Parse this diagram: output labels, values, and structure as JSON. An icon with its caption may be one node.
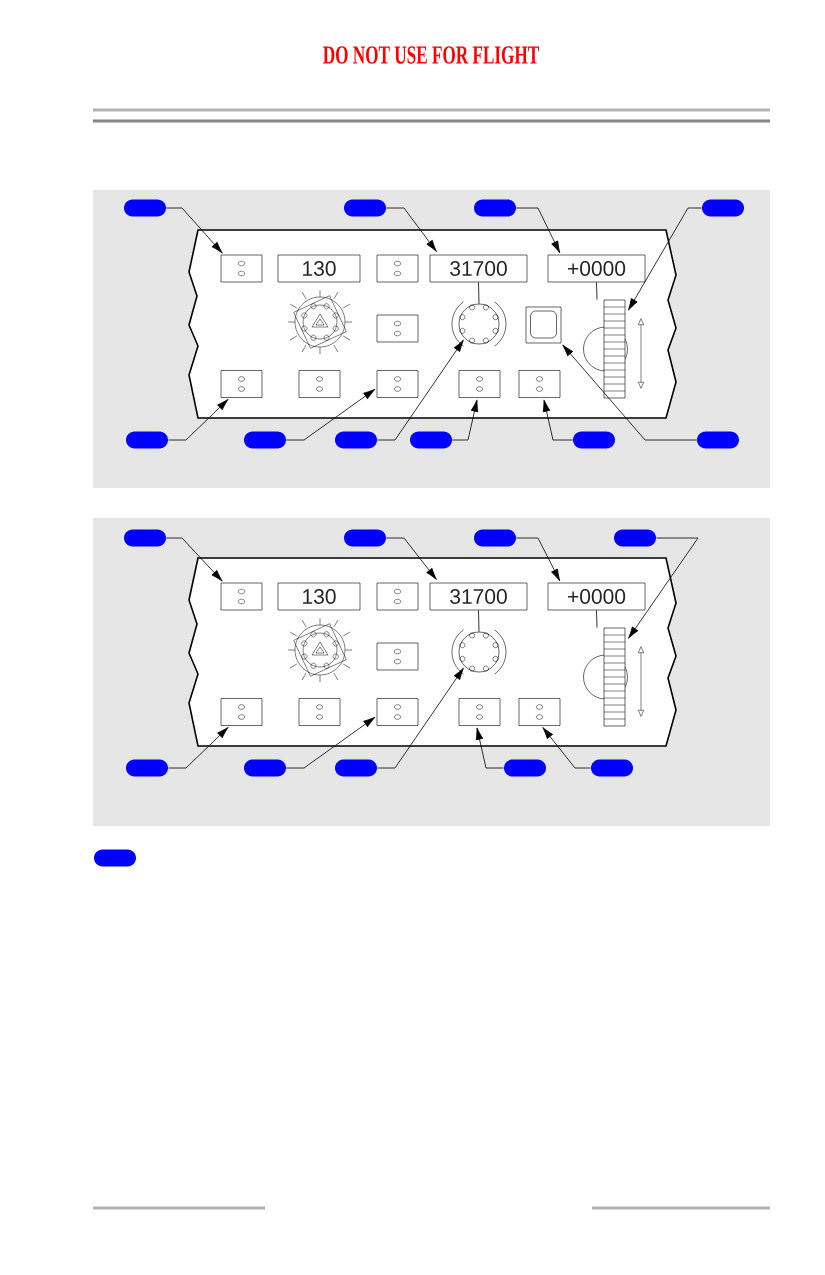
{
  "diagram": {
    "title": "DO NOT USE FOR FLIGHT",
    "nodes": [
      {
        "text": [],
        "shape": "oval"
      },
      {
        "text": [],
        "shape": "oval"
      },
      {
        "text": [],
        "shape": "oval"
      },
      {
        "text": [],
        "shape": "oval"
      },
      {
        "text": [],
        "shape": "button"
      },
      {
        "text": [
          "130"
        ]
      },
      {
        "text": [],
        "shape": "button"
      },
      {
        "text": [
          "31700"
        ]
      },
      {
        "text": [
          "+0000"
        ]
      },
      {
        "text": [],
        "shape": "button"
      },
      {
        "text": [],
        "shape": "circle"
      },
      {
        "text": [],
        "shape": "box"
      },
      {
        "text": [],
        "shape": "wheel"
      },
      {
        "text": [],
        "shape": "button"
      },
      {
        "text": [],
        "shape": "button"
      },
      {
        "text": [],
        "shape": "button"
      },
      {
        "text": [],
        "shape": "button"
      },
      {
        "text": [],
        "shape": "button"
      },
      {
        "text": [],
        "shape": "oval"
      },
      {
        "text": [],
        "shape": "oval"
      },
      {
        "text": [],
        "shape": "oval"
      },
      {
        "text": [],
        "shape": "oval"
      },
      {
        "text": [],
        "shape": "oval"
      },
      {
        "text": [],
        "shape": "oval"
      },
      {
        "text": [],
        "shape": "oval"
      },
      {
        "text": [],
        "shape": "oval"
      },
      {
        "text": [],
        "shape": "oval"
      },
      {
        "text": [],
        "shape": "oval"
      },
      {
        "text": [],
        "shape": "button"
      },
      {
        "text": [
          "130"
        ]
      },
      {
        "text": [],
        "shape": "button"
      },
      {
        "text": [
          "31700"
        ]
      },
      {
        "text": [
          "+0000"
        ]
      },
      {
        "text": [],
        "shape": "button"
      },
      {
        "text": [],
        "shape": "circle"
      },
      {
        "text": [],
        "shape": "wheel"
      },
      {
        "text": [],
        "shape": "button"
      },
      {
        "text": [],
        "shape": "button"
      },
      {
        "text": [],
        "shape": "button"
      },
      {
        "text": [],
        "shape": "button"
      },
      {
        "text": [],
        "shape": "button"
      },
      {
        "text": [],
        "shape": "oval"
      },
      {
        "text": [],
        "shape": "oval"
      },
      {
        "text": [],
        "shape": "oval"
      },
      {
        "text": [],
        "shape": "oval"
      },
      {
        "text": [],
        "shape": "oval"
      },
      {
        "text": [],
        "shape": "oval"
      }
    ],
    "edges": [
      {
        "from": 0,
        "to": 4,
        "arrow": "to"
      },
      {
        "from": 1,
        "to": 7,
        "arrow": "to"
      },
      {
        "from": 2,
        "to": 8,
        "arrow": "to"
      },
      {
        "from": 3,
        "to": 12,
        "arrow": "to"
      },
      {
        "from": 18,
        "to": 13,
        "arrow": "to"
      },
      {
        "from": 19,
        "to": 15,
        "arrow": "to"
      },
      {
        "from": 20,
        "to": 10,
        "arrow": "to"
      },
      {
        "from": 21,
        "to": 16,
        "arrow": "to"
      },
      {
        "from": 22,
        "to": 17,
        "arrow": "to"
      },
      {
        "from": 23,
        "to": 11,
        "arrow": "to"
      },
      {
        "from": 24,
        "to": 28,
        "arrow": "to"
      },
      {
        "from": 25,
        "to": 31,
        "arrow": "to"
      },
      {
        "from": 26,
        "to": 32,
        "arrow": "to"
      },
      {
        "from": 27,
        "to": 35,
        "arrow": "to"
      },
      {
        "from": 41,
        "to": 36,
        "arrow": "to"
      },
      {
        "from": 42,
        "to": 38,
        "arrow": "to"
      },
      {
        "from": 43,
        "to": 34,
        "arrow": "to"
      },
      {
        "from": 44,
        "to": 39,
        "arrow": "to"
      },
      {
        "from": 45,
        "to": 40,
        "arrow": "to"
      },
      {
        "from": 7,
        "to": 10,
        "arrow": "none"
      },
      {
        "from": 8,
        "to": 12,
        "arrow": "none"
      },
      {
        "from": 31,
        "to": 34,
        "arrow": "none"
      },
      {
        "from": 32,
        "to": 35,
        "arrow": "none"
      }
    ]
  }
}
